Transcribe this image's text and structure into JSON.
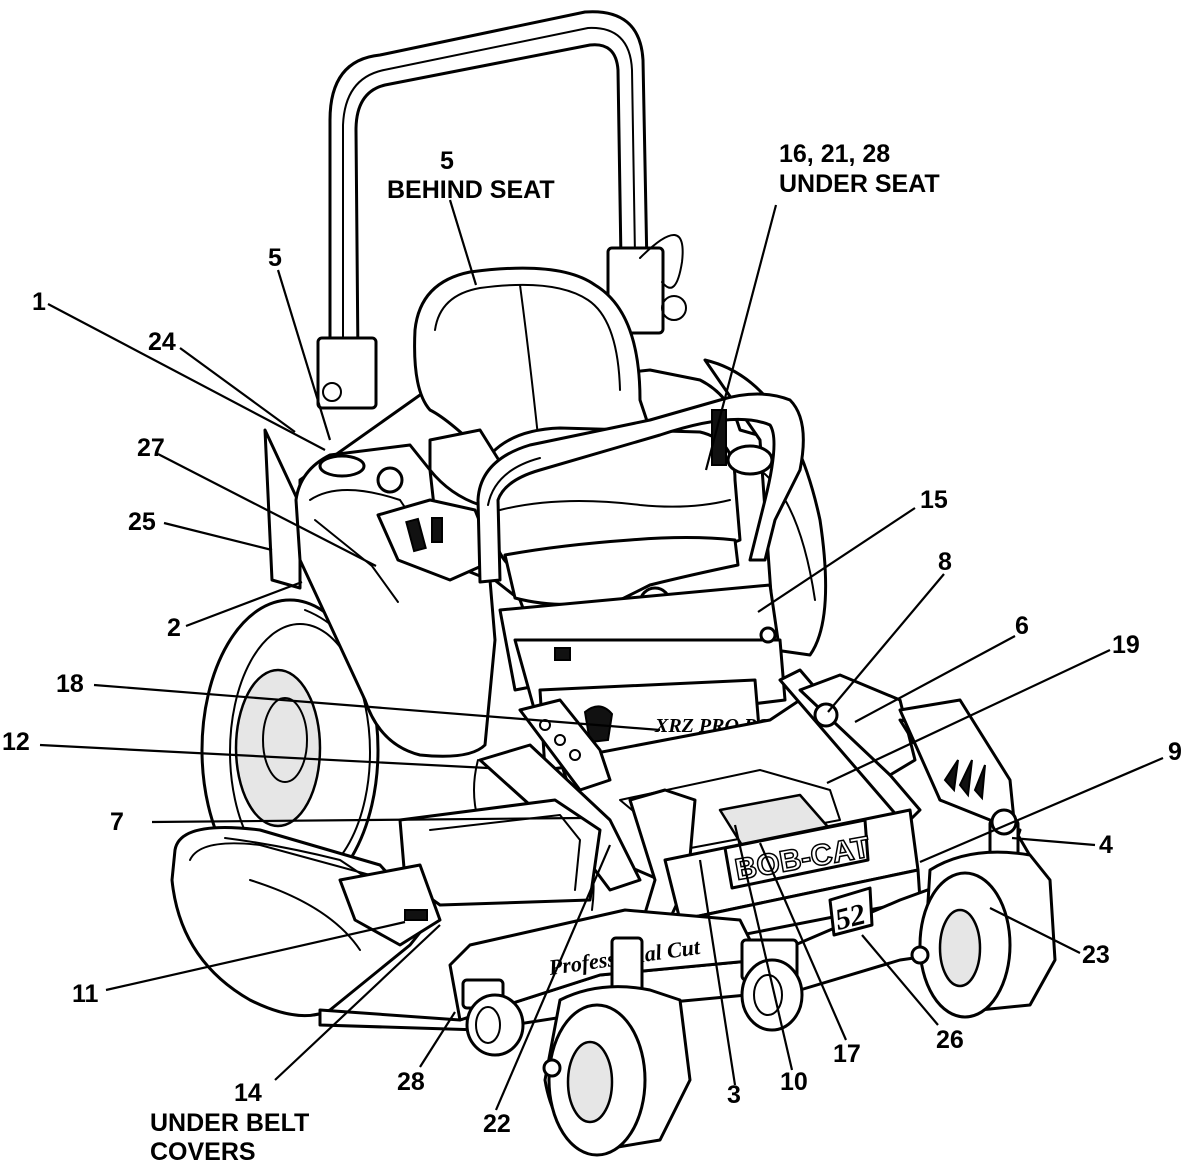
{
  "diagram": {
    "branding": {
      "hood_badge": "BOB-CAT",
      "model_decal": "XRZ PRO RS",
      "deck_decal": "Professional Cut",
      "deck_size": "52"
    },
    "callouts": [
      {
        "id": "c1",
        "label": "1"
      },
      {
        "id": "c2",
        "label": "2"
      },
      {
        "id": "c3",
        "label": "3"
      },
      {
        "id": "c4",
        "label": "4"
      },
      {
        "id": "c5a",
        "label": "5"
      },
      {
        "id": "c5b",
        "label": "5",
        "note": "BEHIND SEAT"
      },
      {
        "id": "c6",
        "label": "6"
      },
      {
        "id": "c7",
        "label": "7"
      },
      {
        "id": "c8",
        "label": "8"
      },
      {
        "id": "c9",
        "label": "9"
      },
      {
        "id": "c10",
        "label": "10"
      },
      {
        "id": "c11",
        "label": "11"
      },
      {
        "id": "c12",
        "label": "12"
      },
      {
        "id": "c14",
        "label": "14",
        "note_line1": "UNDER BELT",
        "note_line2": "COVERS"
      },
      {
        "id": "c15",
        "label": "15"
      },
      {
        "id": "c16",
        "label": "16, 21, 28",
        "note": "UNDER SEAT"
      },
      {
        "id": "c17",
        "label": "17"
      },
      {
        "id": "c18",
        "label": "18"
      },
      {
        "id": "c19",
        "label": "19"
      },
      {
        "id": "c22",
        "label": "22"
      },
      {
        "id": "c23",
        "label": "23"
      },
      {
        "id": "c24",
        "label": "24"
      },
      {
        "id": "c25",
        "label": "25"
      },
      {
        "id": "c26",
        "label": "26"
      },
      {
        "id": "c27",
        "label": "27"
      },
      {
        "id": "c28",
        "label": "28"
      }
    ]
  }
}
